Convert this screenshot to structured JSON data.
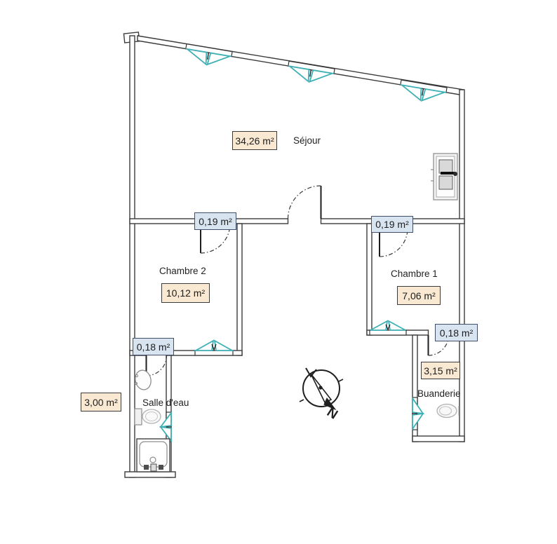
{
  "rooms": {
    "sejour": {
      "name": "Séjour",
      "area": "34,26 m²"
    },
    "chambre2": {
      "name": "Chambre 2",
      "area": "10,12 m²"
    },
    "chambre1": {
      "name": "Chambre 1",
      "area": "7,06 m²"
    },
    "salle_deau": {
      "name": "Salle d'eau",
      "area": "3,00 m²"
    },
    "buanderie": {
      "name": "Buanderie",
      "area": "3,15 m²"
    }
  },
  "door_areas": {
    "chambre2_door": "0,19 m²",
    "chambre1_door": "0,19 m²",
    "salle_deau_door": "0,18 m²",
    "buanderie_door": "0,18 m²"
  },
  "compass": {
    "north_label": "N"
  },
  "colors": {
    "wall": "#3c3c3c",
    "window_accent": "#3fb0b5",
    "area_box_tan": "#f9e9d2",
    "door_box_blue": "#d9e4f1"
  }
}
